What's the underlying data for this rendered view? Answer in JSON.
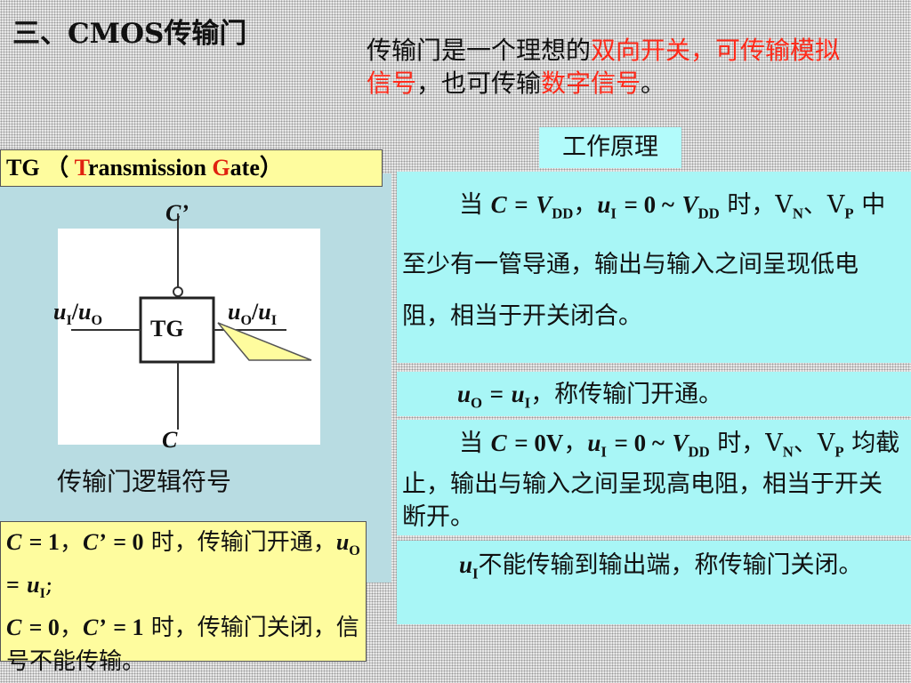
{
  "title": "三、CMOS传输门",
  "intro": {
    "part1": "传输门是一个理想的",
    "red1": "双向开关，可传输模拟信号",
    "part2": "，也可传输",
    "red2": "数字信号",
    "part3": "。"
  },
  "callout_tg": {
    "t": "T",
    "rans": "ransmission ",
    "g": "G",
    "ate": "ate",
    "prefix": "TG （ ",
    "suffix": "）"
  },
  "symbol": {
    "c_bar": "C’",
    "c": "C",
    "tg": "TG",
    "left_u1": "u",
    "left_sub1": "I",
    "left_sep": "/",
    "left_u2": "u",
    "left_sub2": "O",
    "right_u1": "u",
    "right_sub1": "O",
    "right_sep": "/",
    "right_u2": "u",
    "right_sub2": "I"
  },
  "caption": "传输门逻辑符号",
  "note": {
    "l1_text": " 时，传输门开通，",
    "l1_tail": ";",
    "l2_text": " 时，传输门关闭，信号不能传输。"
  },
  "work_label": "工作原理",
  "box1": {
    "p1": "当 ",
    "p2": " 时，V",
    "p3": "、V",
    "p4": " 中至少有一管导通，输出与输入之间呈现低电阻，相当于开关闭合。"
  },
  "box2": {
    "text": "，称传输门开通。"
  },
  "box3": {
    "p1": "当 ",
    "p2": " 时，V",
    "p3": "、V",
    "p4": " 均截止，输出与输入之间呈现高电阻，相当于开关断开。"
  },
  "box4": {
    "text": "不能传输到输出端，称传输门关闭。"
  },
  "colors": {
    "accent_red": "#ff2a1a",
    "callout_yellow": "#fefc9e",
    "cyan": "#a8f6f6",
    "panel": "#b8dce2"
  }
}
